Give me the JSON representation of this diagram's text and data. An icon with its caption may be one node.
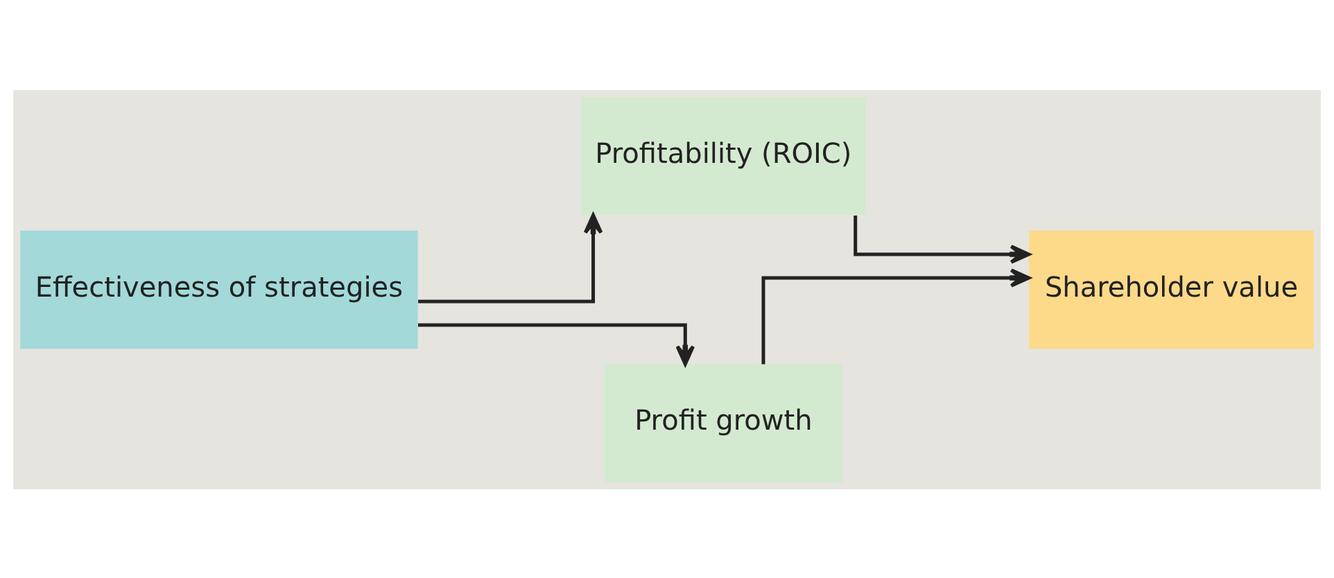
{
  "diagram": {
    "nodes": [
      {
        "text": [
          "Effectiveness of strategies"
        ]
      },
      {
        "text": [
          "Profitability (ROIC)"
        ]
      },
      {
        "text": [
          "Profit growth"
        ]
      },
      {
        "text": [
          "Shareholder value"
        ]
      }
    ],
    "edges": [
      {
        "from": 0,
        "to": 1,
        "arrow": "to"
      },
      {
        "from": 0,
        "to": 2,
        "arrow": "to"
      },
      {
        "from": 1,
        "to": 3,
        "arrow": "to"
      },
      {
        "from": 2,
        "to": 3,
        "arrow": "to"
      }
    ]
  }
}
